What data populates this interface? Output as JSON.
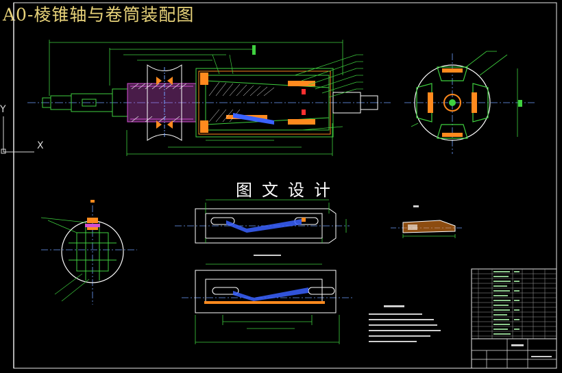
{
  "title": "A0-棱锥轴与卷筒装配图",
  "watermark": "图文设计",
  "ucs": {
    "y_label": "Y",
    "x_label": "X"
  },
  "colors": {
    "background": "#000000",
    "border": "#e8e8e8",
    "title": "#e8d37a",
    "part_green": "#3fd13f",
    "part_orange": "#ff8a1e",
    "part_magenta": "#d24fd2",
    "part_blue": "#3a62ff",
    "part_red": "#ff3030",
    "centerline": "#6fa0ff",
    "text_white": "#ffffff",
    "table_green": "#9ee09e"
  }
}
